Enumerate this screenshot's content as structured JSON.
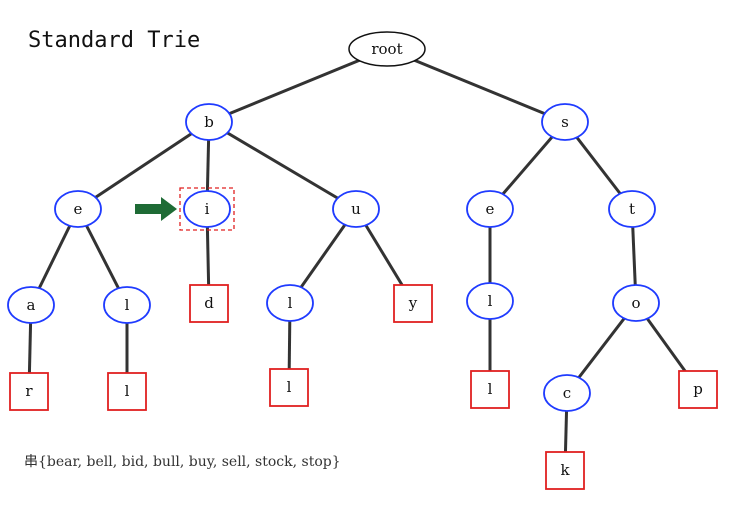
{
  "title": "Standard Trie",
  "caption": "串{bear, bell, bid, bull, buy, sell, stock, stop}",
  "colors": {
    "edge": "#333333",
    "node_border": "#1f3bff",
    "leaf_border": "#e02020",
    "highlight_border": "#e02020",
    "arrow": "#1e6b35"
  },
  "nodes": [
    {
      "id": "root",
      "label": "root",
      "kind": "root"
    },
    {
      "id": "b",
      "label": "b",
      "kind": "node"
    },
    {
      "id": "s",
      "label": "s",
      "kind": "node"
    },
    {
      "id": "be",
      "label": "e",
      "kind": "node"
    },
    {
      "id": "bi",
      "label": "i",
      "kind": "node",
      "highlighted": true
    },
    {
      "id": "bu",
      "label": "u",
      "kind": "node"
    },
    {
      "id": "se",
      "label": "e",
      "kind": "node"
    },
    {
      "id": "st",
      "label": "t",
      "kind": "node"
    },
    {
      "id": "bea",
      "label": "a",
      "kind": "node"
    },
    {
      "id": "bel",
      "label": "l",
      "kind": "node"
    },
    {
      "id": "bid",
      "label": "d",
      "kind": "leaf"
    },
    {
      "id": "bul",
      "label": "l",
      "kind": "node"
    },
    {
      "id": "buy",
      "label": "y",
      "kind": "leaf"
    },
    {
      "id": "sel",
      "label": "l",
      "kind": "node"
    },
    {
      "id": "sto",
      "label": "o",
      "kind": "node"
    },
    {
      "id": "bear",
      "label": "r",
      "kind": "leaf"
    },
    {
      "id": "bell",
      "label": "l",
      "kind": "leaf"
    },
    {
      "id": "bull",
      "label": "l",
      "kind": "leaf"
    },
    {
      "id": "sell",
      "label": "l",
      "kind": "leaf"
    },
    {
      "id": "stoc",
      "label": "c",
      "kind": "node"
    },
    {
      "id": "stop",
      "label": "p",
      "kind": "leaf"
    },
    {
      "id": "stock",
      "label": "k",
      "kind": "leaf"
    }
  ],
  "edges": [
    [
      "root",
      "b"
    ],
    [
      "root",
      "s"
    ],
    [
      "b",
      "be"
    ],
    [
      "b",
      "bi"
    ],
    [
      "b",
      "bu"
    ],
    [
      "s",
      "se"
    ],
    [
      "s",
      "st"
    ],
    [
      "be",
      "bea"
    ],
    [
      "be",
      "bel"
    ],
    [
      "bi",
      "bid"
    ],
    [
      "bu",
      "bul"
    ],
    [
      "bu",
      "buy"
    ],
    [
      "se",
      "sel"
    ],
    [
      "st",
      "sto"
    ],
    [
      "bea",
      "bear"
    ],
    [
      "bel",
      "bell"
    ],
    [
      "bul",
      "bull"
    ],
    [
      "sel",
      "sell"
    ],
    [
      "sto",
      "stoc"
    ],
    [
      "sto",
      "stop"
    ],
    [
      "stoc",
      "stock"
    ]
  ],
  "pointer": {
    "target": "bi",
    "icon": "arrow-right-icon"
  }
}
